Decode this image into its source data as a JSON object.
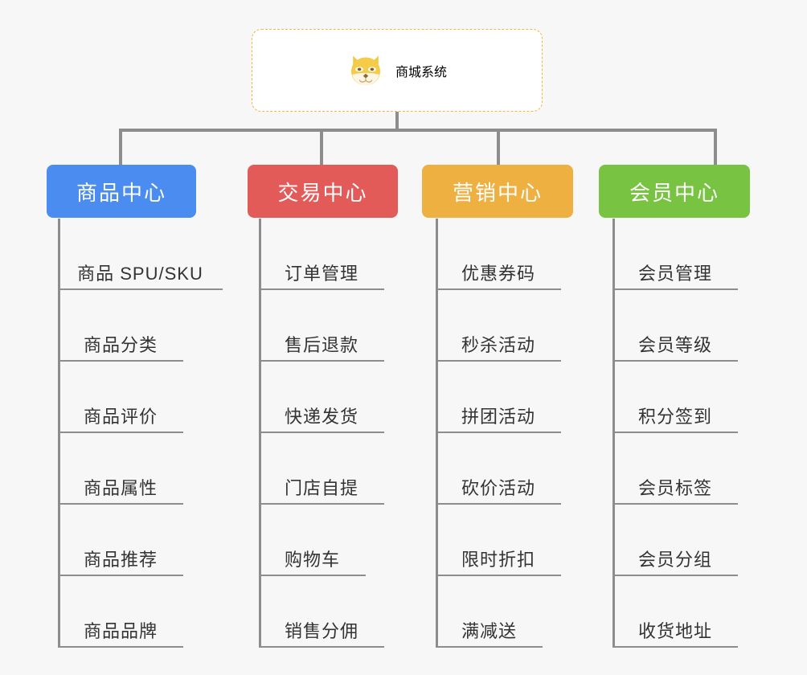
{
  "theme": {
    "background": "#f7f7f7",
    "line_color": "#8d8d8d",
    "root_border": "#f0b63f",
    "root_text": "#f2b33d",
    "leaf_text": "#333333"
  },
  "root": {
    "title": "商城系统",
    "icon": "shiba-dog-face-icon"
  },
  "categories": [
    {
      "label": "商品中心",
      "color": "#4a8cf0",
      "items": [
        "商品 SPU/SKU",
        "商品分类",
        "商品评价",
        "商品属性",
        "商品推荐",
        "商品品牌"
      ]
    },
    {
      "label": "交易中心",
      "color": "#e35b58",
      "items": [
        "订单管理",
        "售后退款",
        "快递发货",
        "门店自提",
        "购物车",
        "销售分佣"
      ]
    },
    {
      "label": "营销中心",
      "color": "#eeb040",
      "items": [
        "优惠券码",
        "秒杀活动",
        "拼团活动",
        "砍价活动",
        "限时折扣",
        "满减送"
      ]
    },
    {
      "label": "会员中心",
      "color": "#78c342",
      "items": [
        "会员管理",
        "会员等级",
        "积分签到",
        "会员标签",
        "会员分组",
        "收货地址"
      ]
    }
  ]
}
